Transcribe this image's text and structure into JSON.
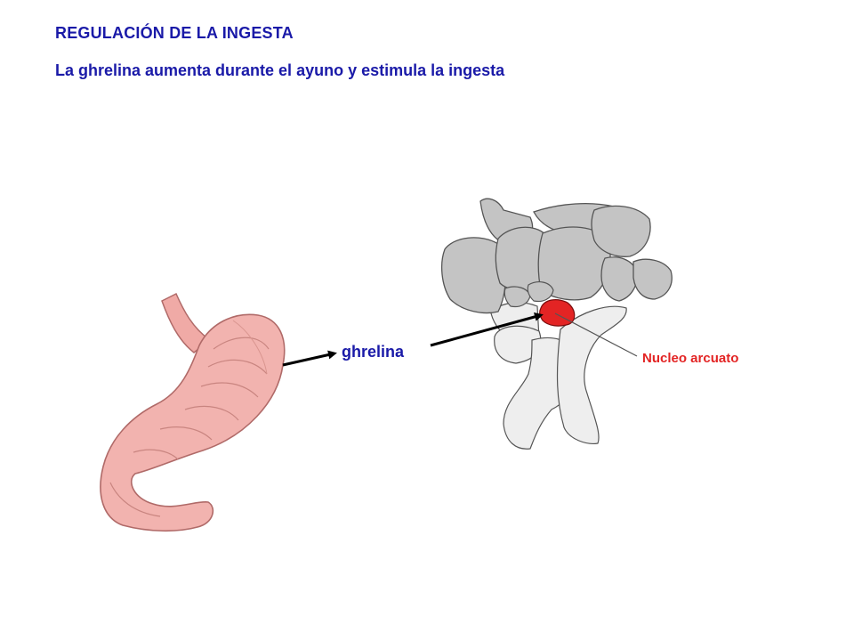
{
  "header": {
    "title": "REGULACIÓN DE LA INGESTA",
    "subtitle": "La ghrelina aumenta durante el ayuno y estimula la ingesta"
  },
  "labels": {
    "hormone": "ghrelina",
    "nucleus": "Nucleo arcuato"
  },
  "colors": {
    "text_blue": "#1a1aa8",
    "nucleus_red": "#e32424",
    "stomach_pink": "#f0aaa6",
    "brain_gray": "#c4c4c4"
  }
}
